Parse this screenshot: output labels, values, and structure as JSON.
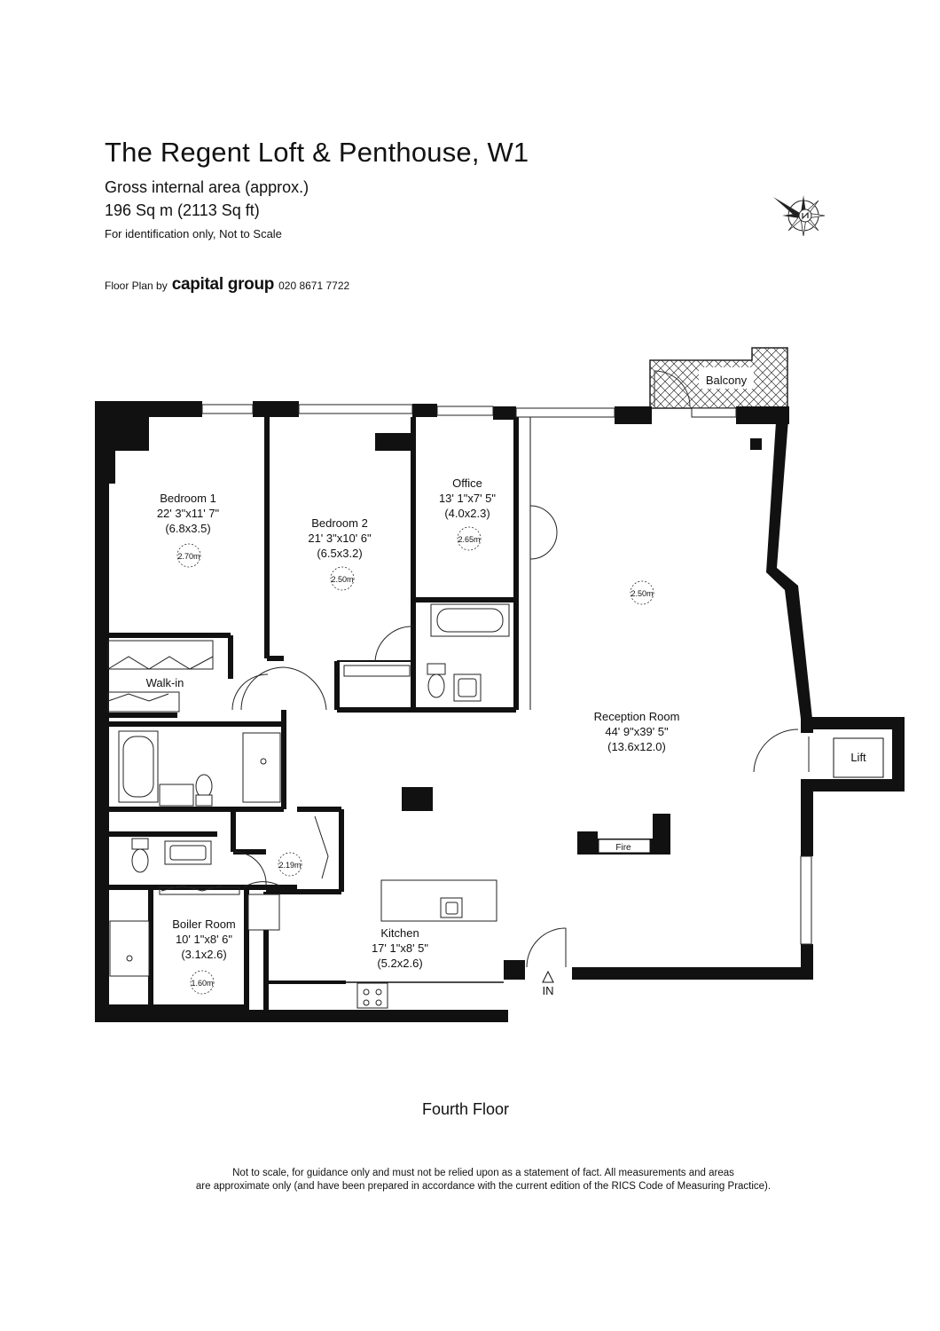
{
  "header": {
    "title": "The Regent Loft & Penthouse, W1",
    "area_label": "Gross internal area (approx.)",
    "area_value": "196 Sq m (2113 Sq ft)",
    "note": "For identification only, Not to Scale",
    "credit_prefix": "Floor Plan by",
    "credit_brand": "capital group",
    "credit_phone": "020 8671 7722"
  },
  "rooms": {
    "bedroom1": {
      "name": "Bedroom 1",
      "imperial": "22' 3\"x11' 7\"",
      "metric": "(6.8x3.5)",
      "ceiling": "2.70m"
    },
    "bedroom2": {
      "name": "Bedroom 2",
      "imperial": "21' 3\"x10' 6\"",
      "metric": "(6.5x3.2)",
      "ceiling": "2.50m"
    },
    "office": {
      "name": "Office",
      "imperial": "13' 1\"x7' 5\"",
      "metric": "(4.0x2.3)",
      "ceiling": "2.65m"
    },
    "reception": {
      "name": "Reception Room",
      "imperial": "44' 9\"x39' 5\"",
      "metric": "(13.6x12.0)",
      "ceiling": "2.50m"
    },
    "kitchen": {
      "name": "Kitchen",
      "imperial": "17' 1\"x8' 5\"",
      "metric": "(5.2x2.6)"
    },
    "boiler": {
      "name": "Boiler Room",
      "imperial": "10' 1\"x8' 6\"",
      "metric": "(3.1x2.6)",
      "ceiling": "1.60m"
    },
    "walkin": {
      "name": "Walk-in"
    },
    "balcony": {
      "name": "Balcony"
    },
    "lift": {
      "name": "Lift"
    },
    "fire": {
      "name": "Fire"
    },
    "hall": {
      "ceiling": "2.19m"
    },
    "entrance": {
      "label": "IN"
    }
  },
  "floor_name": "Fourth Floor",
  "disclaimer": {
    "line1": "Not to scale, for guidance only and must not be relied upon as a statement of fact.  All measurements and areas",
    "line2": "are approximate only (and have been prepared in accordance with the current edition of the RICS Code of Measuring Practice)."
  }
}
